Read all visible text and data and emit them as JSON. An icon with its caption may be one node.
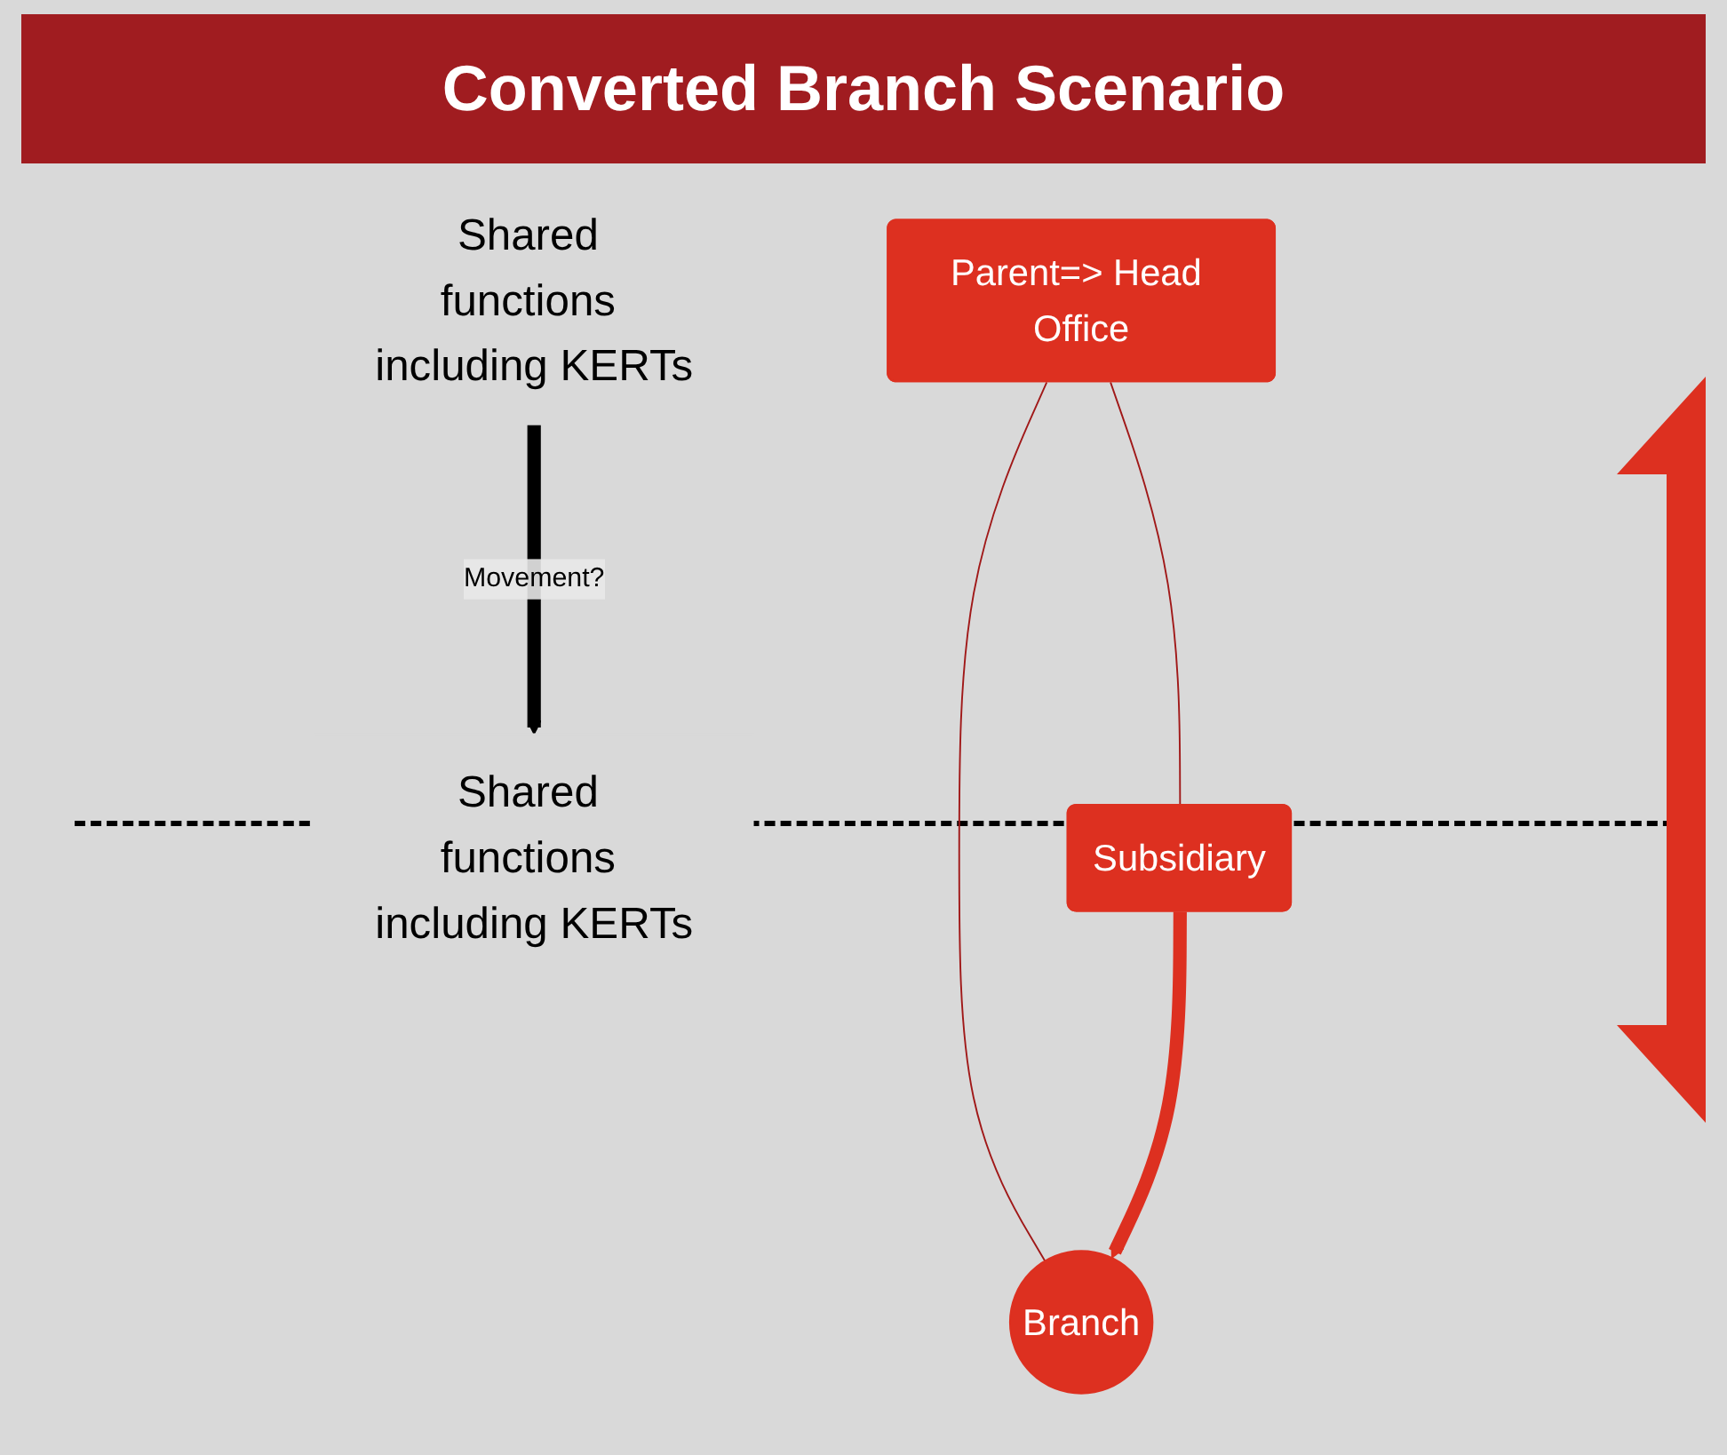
{
  "diagram": {
    "title": "Converted Branch Scenario",
    "nodes": [
      {
        "text": [
          "Parent=> Head Office"
        ]
      },
      {
        "text": [
          "Shared functions including KERTs"
        ]
      },
      {
        "text": [
          "Subsidiary"
        ]
      },
      {
        "text": [
          "Branch"
        ]
      },
      {
        "text": [
          "Shared functions including KERTs"
        ]
      }
    ],
    "edges": [
      {
        "from": 0,
        "to": 2,
        "arrow": "none",
        "color": "#a01818"
      },
      {
        "from": 0,
        "to": 3,
        "arrow": "none",
        "color": "#a01818"
      },
      {
        "from": 2,
        "to": 3,
        "arrow": "to",
        "style": "thick",
        "color": "#dd3020"
      },
      {
        "from": 4,
        "to": 1,
        "arrow": "to",
        "style": "thick",
        "label": "Movement?",
        "color": "#000000"
      }
    ]
  }
}
